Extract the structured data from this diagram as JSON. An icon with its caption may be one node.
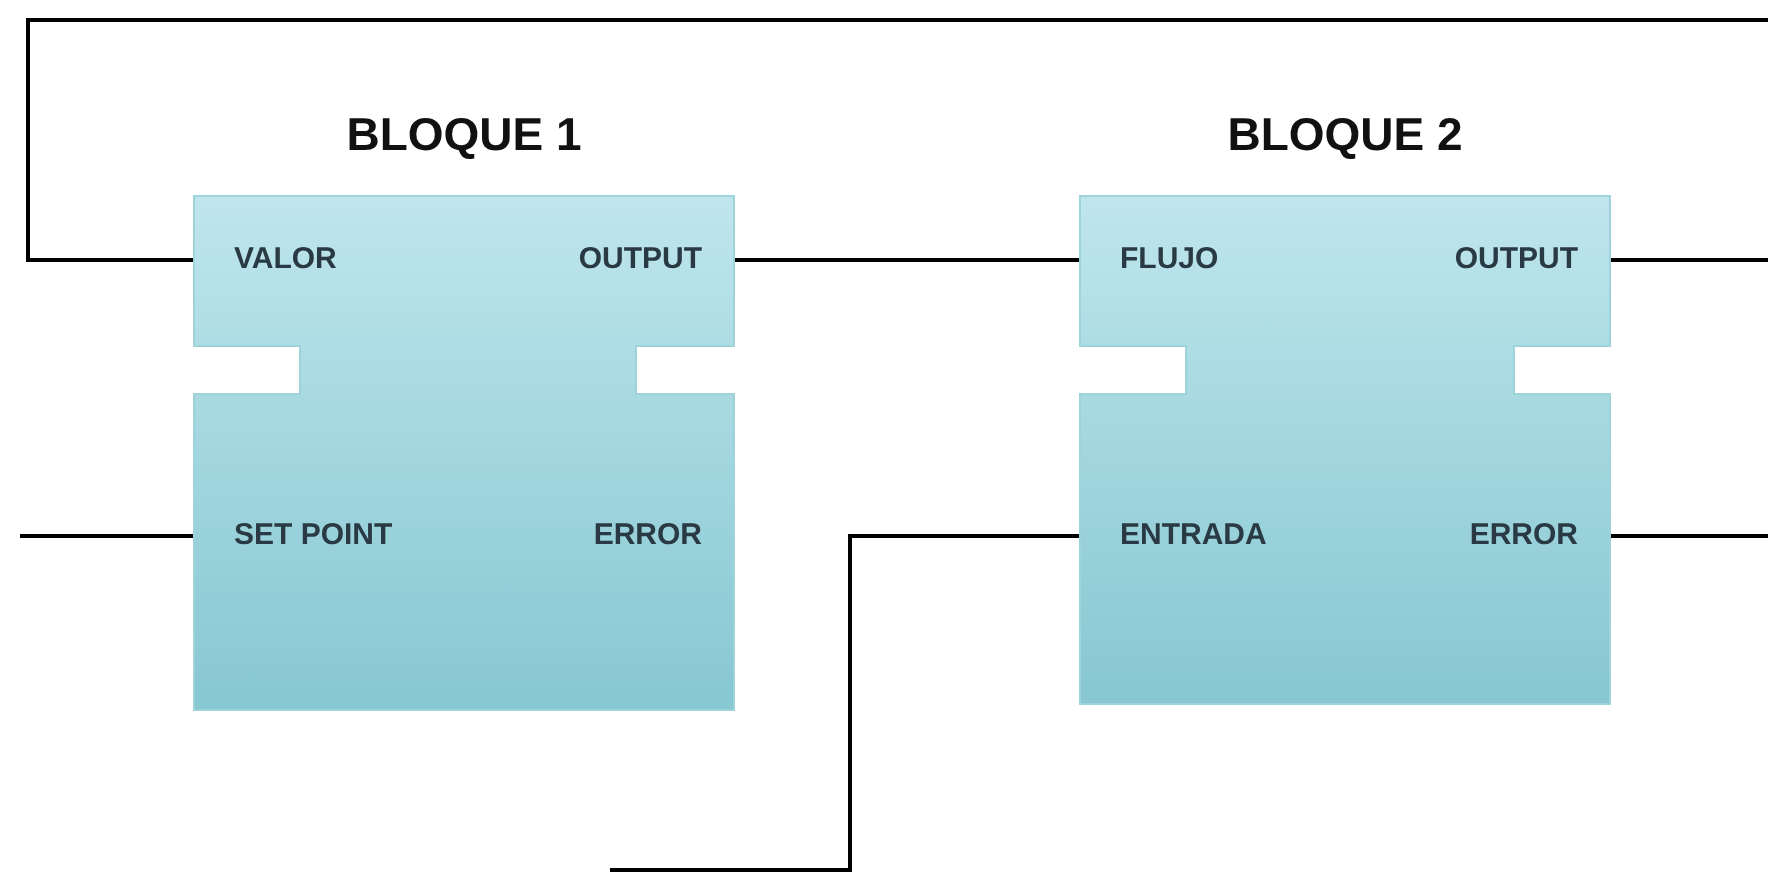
{
  "diagram": {
    "nodes": [
      {
        "text": [
          "BLOQUE 1"
        ]
      },
      {
        "text": [
          "VALOR"
        ],
        "in": 0
      },
      {
        "text": [
          "OUTPUT"
        ],
        "in": 0
      },
      {
        "text": [
          "SET POINT"
        ],
        "in": 0
      },
      {
        "text": [
          "ERROR"
        ],
        "in": 0
      },
      {
        "text": [
          "BLOQUE 2"
        ]
      },
      {
        "text": [
          "FLUJO"
        ],
        "in": 5
      },
      {
        "text": [
          "OUTPUT"
        ],
        "in": 5
      },
      {
        "text": [
          "ENTRADA"
        ],
        "in": 5
      },
      {
        "text": [
          "ERROR"
        ],
        "in": 5
      }
    ],
    "edges": [
      {
        "from": null,
        "to": 1,
        "arrow": "none"
      },
      {
        "from": 2,
        "to": 6,
        "arrow": "none"
      },
      {
        "from": 7,
        "to": null,
        "arrow": "none"
      },
      {
        "from": null,
        "to": 3,
        "arrow": "none"
      },
      {
        "from": null,
        "to": 8,
        "arrow": "none"
      },
      {
        "from": 9,
        "to": null,
        "arrow": "none"
      }
    ]
  }
}
